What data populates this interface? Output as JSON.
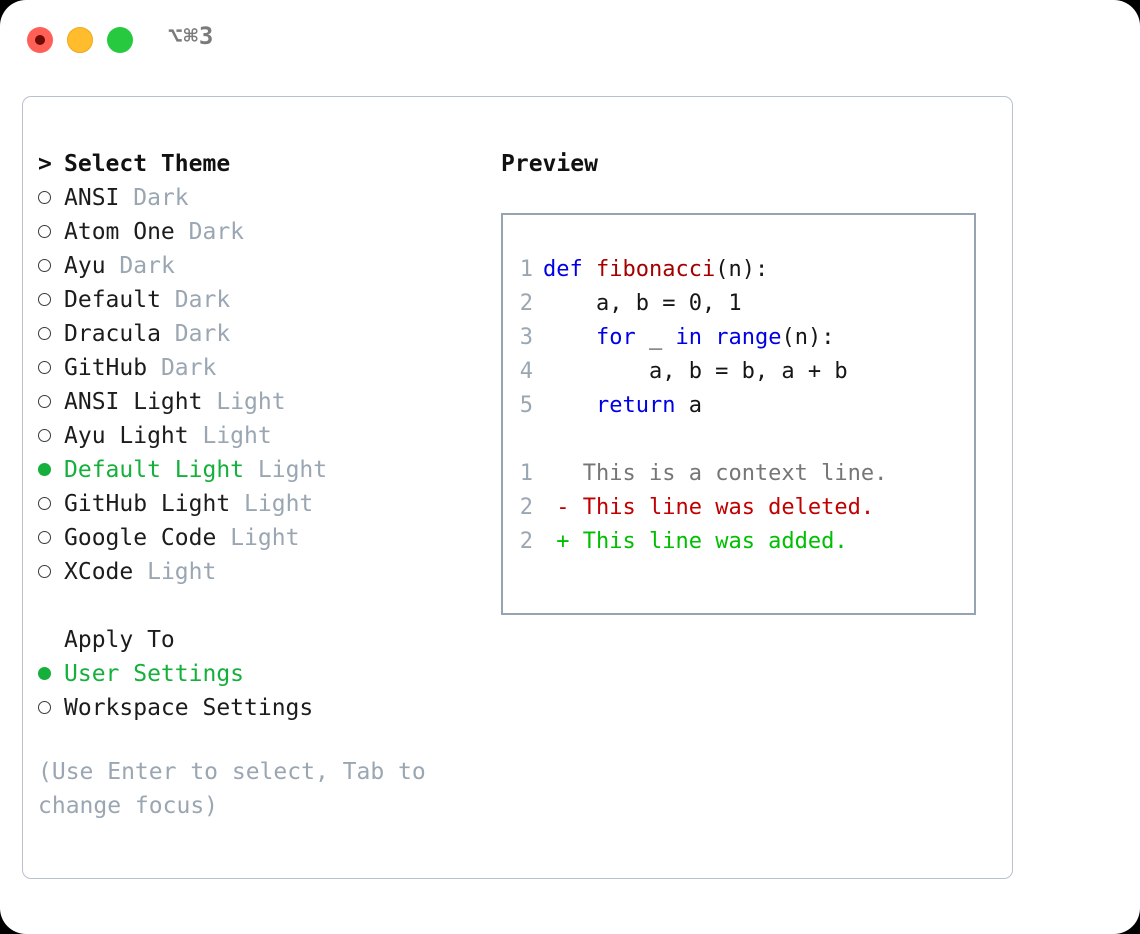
{
  "titlebar": {
    "shortcut": "⌥⌘3",
    "dots": [
      {
        "name": "close",
        "color": "#ff5f56"
      },
      {
        "name": "minimize",
        "color": "#ffbd2e"
      },
      {
        "name": "maximize",
        "color": "#27c93f"
      }
    ]
  },
  "theme_section": {
    "prompt": "> ",
    "heading": "Select Theme",
    "items": [
      {
        "name": "ANSI",
        "tag": "Dark",
        "selected": false
      },
      {
        "name": "Atom One",
        "tag": "Dark",
        "selected": false
      },
      {
        "name": "Ayu",
        "tag": "Dark",
        "selected": false
      },
      {
        "name": "Default",
        "tag": "Dark",
        "selected": false
      },
      {
        "name": "Dracula",
        "tag": "Dark",
        "selected": false
      },
      {
        "name": "GitHub",
        "tag": "Dark",
        "selected": false
      },
      {
        "name": "ANSI Light",
        "tag": "Light",
        "selected": false
      },
      {
        "name": "Ayu Light",
        "tag": "Light",
        "selected": false
      },
      {
        "name": "Default Light",
        "tag": "Light",
        "selected": true
      },
      {
        "name": "GitHub Light",
        "tag": "Light",
        "selected": false
      },
      {
        "name": "Google Code",
        "tag": "Light",
        "selected": false
      },
      {
        "name": "XCode",
        "tag": "Light",
        "selected": false
      }
    ]
  },
  "apply_section": {
    "heading": "Apply To",
    "items": [
      {
        "name": "User Settings",
        "selected": true
      },
      {
        "name": "Workspace Settings",
        "selected": false
      }
    ]
  },
  "hint": "(Use Enter to select, Tab to change focus)",
  "preview": {
    "title": "Preview",
    "code_lines": [
      {
        "num": "1",
        "segments": [
          {
            "text": "def ",
            "style": "kw"
          },
          {
            "text": "fibonacci",
            "style": "fn"
          },
          {
            "text": "(n):",
            "style": "pl"
          }
        ]
      },
      {
        "num": "2",
        "segments": [
          {
            "text": "    a, b = 0, 1",
            "style": "pl"
          }
        ]
      },
      {
        "num": "3",
        "segments": [
          {
            "text": "    ",
            "style": "pl"
          },
          {
            "text": "for",
            "style": "kw"
          },
          {
            "text": " _ ",
            "style": "pl"
          },
          {
            "text": "in",
            "style": "kw"
          },
          {
            "text": " ",
            "style": "pl"
          },
          {
            "text": "range",
            "style": "kw"
          },
          {
            "text": "(n):",
            "style": "pl"
          }
        ]
      },
      {
        "num": "4",
        "segments": [
          {
            "text": "        a, b = b, a + b",
            "style": "pl"
          }
        ]
      },
      {
        "num": "5",
        "segments": [
          {
            "text": "    ",
            "style": "pl"
          },
          {
            "text": "return",
            "style": "kw"
          },
          {
            "text": " a",
            "style": "pl"
          }
        ]
      }
    ],
    "diff_lines": [
      {
        "num": "1",
        "marker": "  ",
        "text": "This is a context line.",
        "kind": "ctx"
      },
      {
        "num": "2",
        "marker": "- ",
        "text": "This line was deleted.",
        "kind": "del"
      },
      {
        "num": "2",
        "marker": "+ ",
        "text": "This line was added.",
        "kind": "add"
      }
    ]
  },
  "colors": {
    "accent_green": "#15b03c",
    "muted_gray": "#9aa6b2",
    "keyword_blue": "#0000e6",
    "function_red": "#a40000",
    "diff_del_red": "#c10000",
    "diff_add_green": "#00bf00",
    "border": "#b9c2cc"
  }
}
